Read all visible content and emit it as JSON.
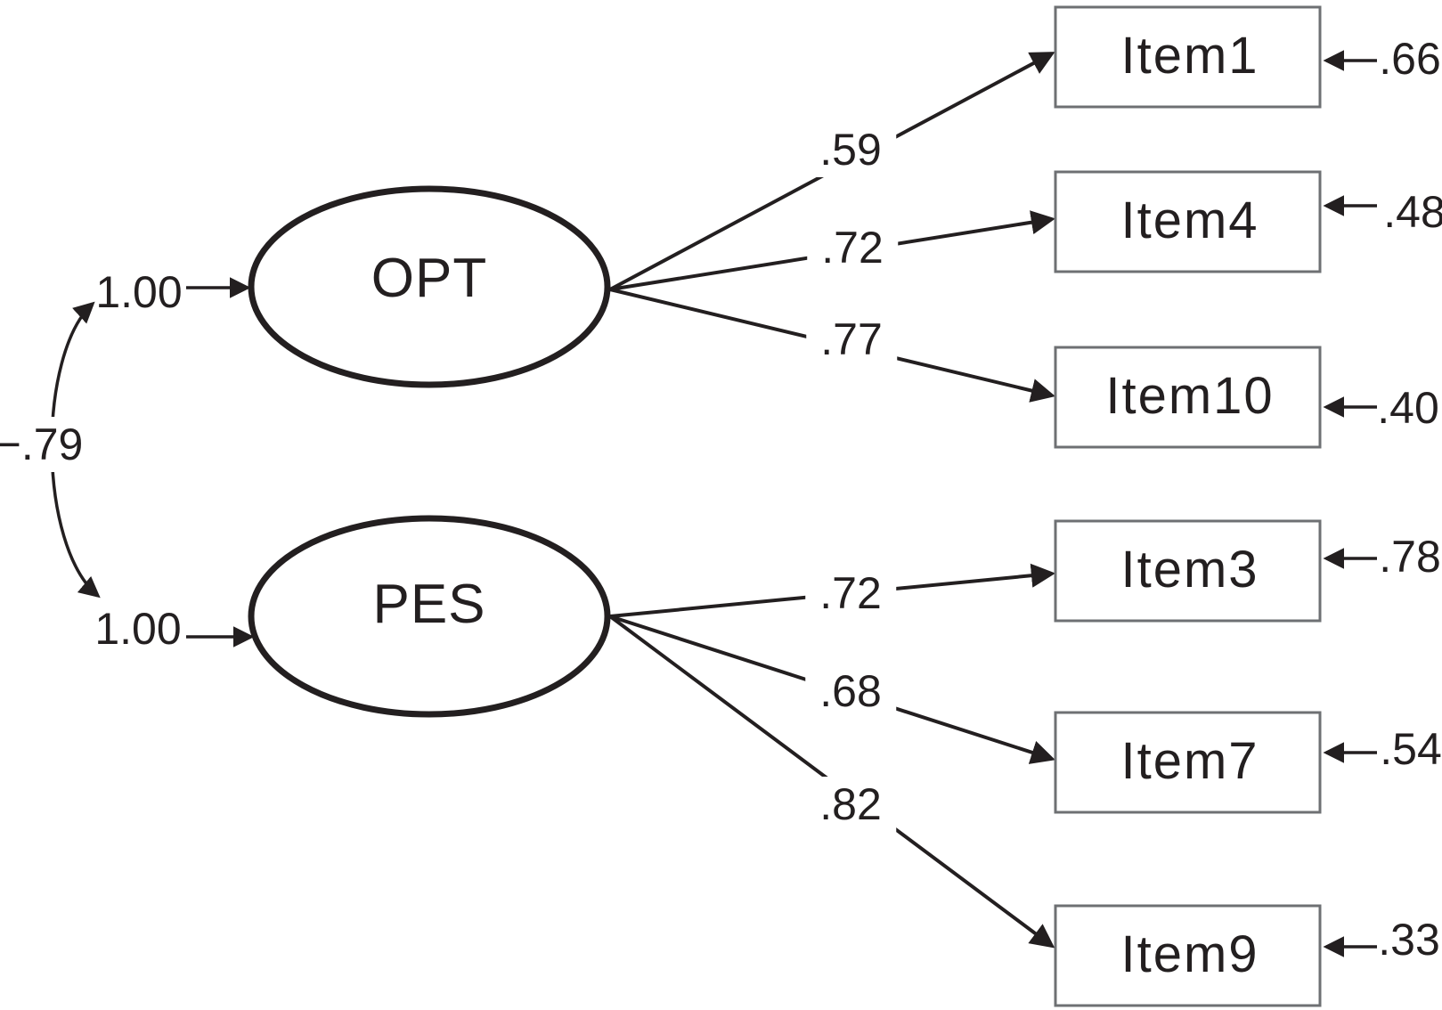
{
  "factors": [
    {
      "label": "OPT",
      "variance": "1.00"
    },
    {
      "label": "PES",
      "variance": "1.00"
    }
  ],
  "covariance": "−.79",
  "items": [
    {
      "label": "Item1",
      "factor": "OPT",
      "loading": ".59",
      "error": ".66"
    },
    {
      "label": "Item4",
      "factor": "OPT",
      "loading": ".72",
      "error": ".48"
    },
    {
      "label": "Item10",
      "factor": "OPT",
      "loading": ".77",
      "error": ".40"
    },
    {
      "label": "Item3",
      "factor": "PES",
      "loading": ".72",
      "error": ".78"
    },
    {
      "label": "Item7",
      "factor": "PES",
      "loading": ".68",
      "error": ".54"
    },
    {
      "label": "Item9",
      "factor": "PES",
      "loading": ".82",
      "error": ".33"
    }
  ],
  "colors": {
    "line": "#231f20",
    "box_border": "#6e7073",
    "text": "#231f20",
    "background": "#ffffff"
  }
}
